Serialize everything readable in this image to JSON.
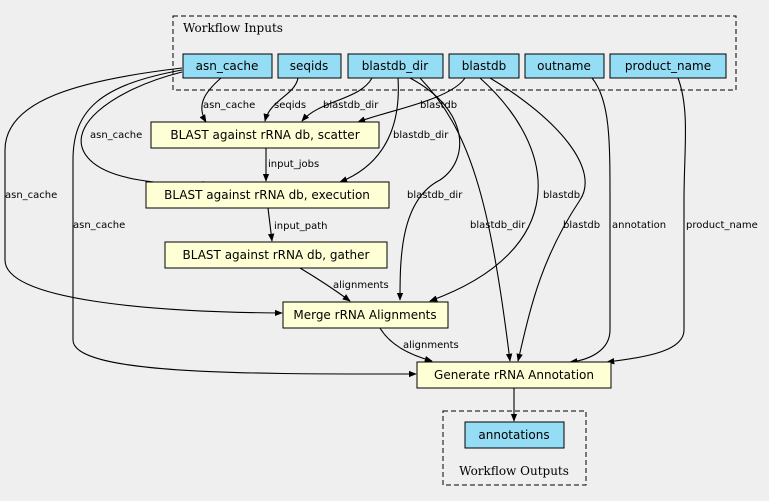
{
  "clusters": {
    "inputs_label": "Workflow Inputs",
    "outputs_label": "Workflow Outputs"
  },
  "nodes": {
    "asn_cache": "asn_cache",
    "seqids": "seqids",
    "blastdb_dir": "blastdb_dir",
    "blastdb": "blastdb",
    "outname": "outname",
    "product_name": "product_name",
    "scatter": "BLAST against rRNA db, scatter",
    "execution": "BLAST against rRNA db, execution",
    "gather": "BLAST against rRNA db, gather",
    "merge": "Merge rRNA Alignments",
    "generate": "Generate rRNA Annotation",
    "annotations": "annotations"
  },
  "edge_labels": {
    "asn_cache_scatter": "asn_cache",
    "seqids_scatter": "seqids",
    "blastdb_dir_scatter": "blastdb_dir",
    "blastdb_scatter": "blastdb",
    "asn_cache_execution": "asn_cache",
    "blastdb_dir_execution": "blastdb_dir",
    "scatter_execution": "input_jobs",
    "execution_gather": "input_path",
    "asn_cache_merge": "asn_cache",
    "asn_cache_generate": "asn_cache",
    "blastdb_dir_merge": "blastdb_dir",
    "blastdb_dir_generate": "blastdb_dir",
    "blastdb_merge": "blastdb",
    "blastdb_generate": "blastdb",
    "outname_generate": "annotation",
    "product_name_generate": "product_name",
    "gather_merge": "alignments",
    "merge_generate": "alignments"
  }
}
